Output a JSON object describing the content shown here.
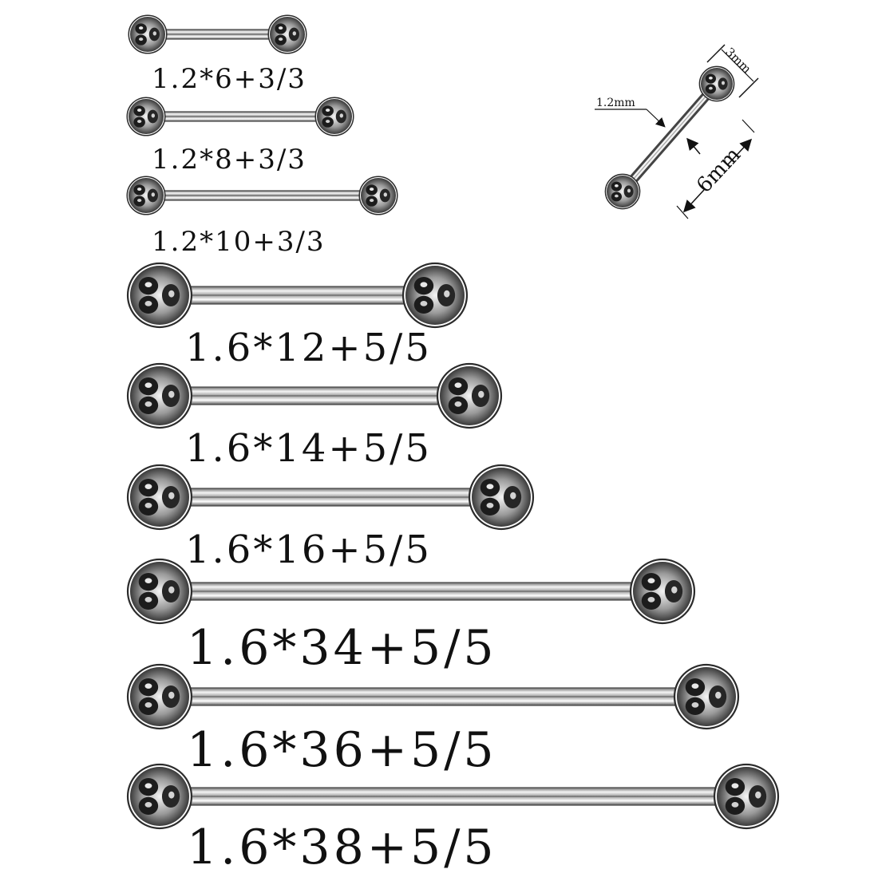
{
  "variants": [
    {
      "label": "1.2*6+3/3"
    },
    {
      "label": "1.2*8+3/3"
    },
    {
      "label": "1.2*10+3/3"
    },
    {
      "label": "1.6*12+5/5"
    },
    {
      "label": "1.6*14+5/5"
    },
    {
      "label": "1.6*16+5/5"
    },
    {
      "label": "1.6*34+5/5"
    },
    {
      "label": "1.6*36+5/5"
    },
    {
      "label": "1.6*38+5/5"
    }
  ],
  "dimension_diagram": {
    "ball_size": "3mm",
    "bar_gauge": "1.2mm",
    "bar_length": "6mm"
  },
  "colors": {
    "metal_dark": "#1a1a1a",
    "metal_mid": "#8c8c8c",
    "metal_light": "#ffffff",
    "outline": "#3a3a3a"
  }
}
